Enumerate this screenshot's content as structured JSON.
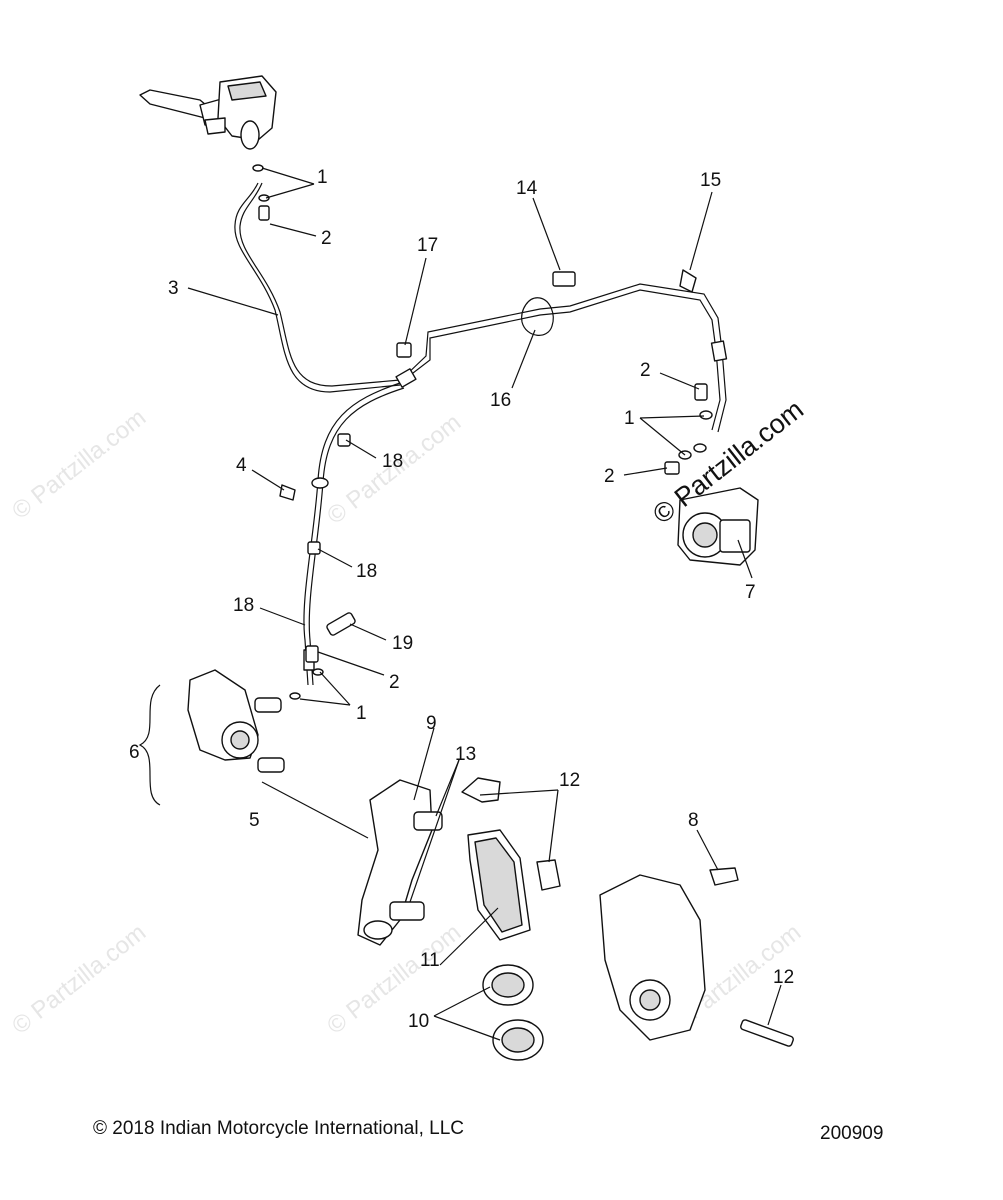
{
  "footer": {
    "copyright": "© 2018 Indian Motorcycle International, LLC",
    "diagram_number": "200909"
  },
  "watermark": {
    "text": "© Partzilla.com"
  },
  "callouts": {
    "c1a": "1",
    "c2a": "2",
    "c3": "3",
    "c17": "17",
    "c14": "14",
    "c15": "15",
    "c16": "16",
    "c2b": "2",
    "c1b": "1",
    "c2c": "2",
    "c7": "7",
    "c4": "4",
    "c18a": "18",
    "c18b": "18",
    "c18c": "18",
    "c19": "19",
    "c2d": "2",
    "c1c": "1",
    "c6": "6",
    "c5": "5",
    "c9": "9",
    "c13": "13",
    "c12a": "12",
    "c8": "8",
    "c11": "11",
    "c12b": "12",
    "c10": "10"
  }
}
